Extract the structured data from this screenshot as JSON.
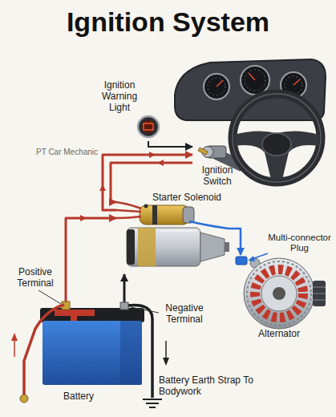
{
  "diagram": {
    "title": "Ignition System",
    "nodes": [
      {
        "text": [
          "Ignition Warning Light"
        ]
      },
      {
        "text": [
          "Ignition Switch"
        ]
      },
      {
        "text": [
          "Starter Solenoid"
        ]
      },
      {
        "text": [
          "Alternator"
        ]
      },
      {
        "text": [
          "Battery"
        ]
      }
    ],
    "edges": [
      {
        "from": 0,
        "to": 1,
        "arrow": "to"
      },
      {
        "from": 2,
        "to": 1,
        "arrow": "to"
      },
      {
        "from": 1,
        "to": 2,
        "arrow": "to"
      },
      {
        "from": 4,
        "to": 2,
        "arrow": "to"
      },
      {
        "from": 4,
        "to": 2,
        "arrow": "to"
      },
      {
        "from": 2,
        "to": 3,
        "arrow": "to"
      }
    ],
    "labels": [
      "PT Car Mechanic",
      "Multi-connector Plug",
      "Positive Terminal",
      "Negative Terminal",
      "Battery Earth Strap To Bodywork"
    ]
  }
}
